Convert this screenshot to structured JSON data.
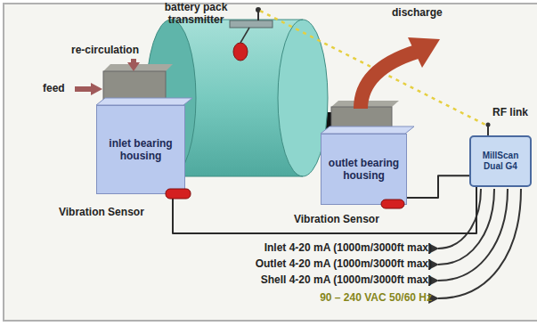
{
  "diagram": {
    "nodes": [
      {
        "text": [
          "inlet bearing housing"
        ]
      },
      {
        "text": [
          "outlet bearing housing"
        ]
      },
      {
        "text": [
          "MillScan Dual G4"
        ]
      }
    ],
    "edges": [
      {
        "from": 0,
        "to": 2,
        "arrow": "none"
      },
      {
        "from": 1,
        "to": 2,
        "arrow": "none"
      }
    ],
    "labels": [
      "battery pack transmitter",
      "re-circulation",
      "feed",
      "discharge",
      "RF link",
      "Vibration Sensor",
      "Vibration Sensor",
      "Inlet 4-20 mA (1000m/3000ft max)",
      "Outlet 4-20 mA (1000m/3000ft max)",
      "Shell 4-20 mA (1000m/3000ft max)",
      "90 – 240 VAC  50/60 Hz"
    ]
  }
}
